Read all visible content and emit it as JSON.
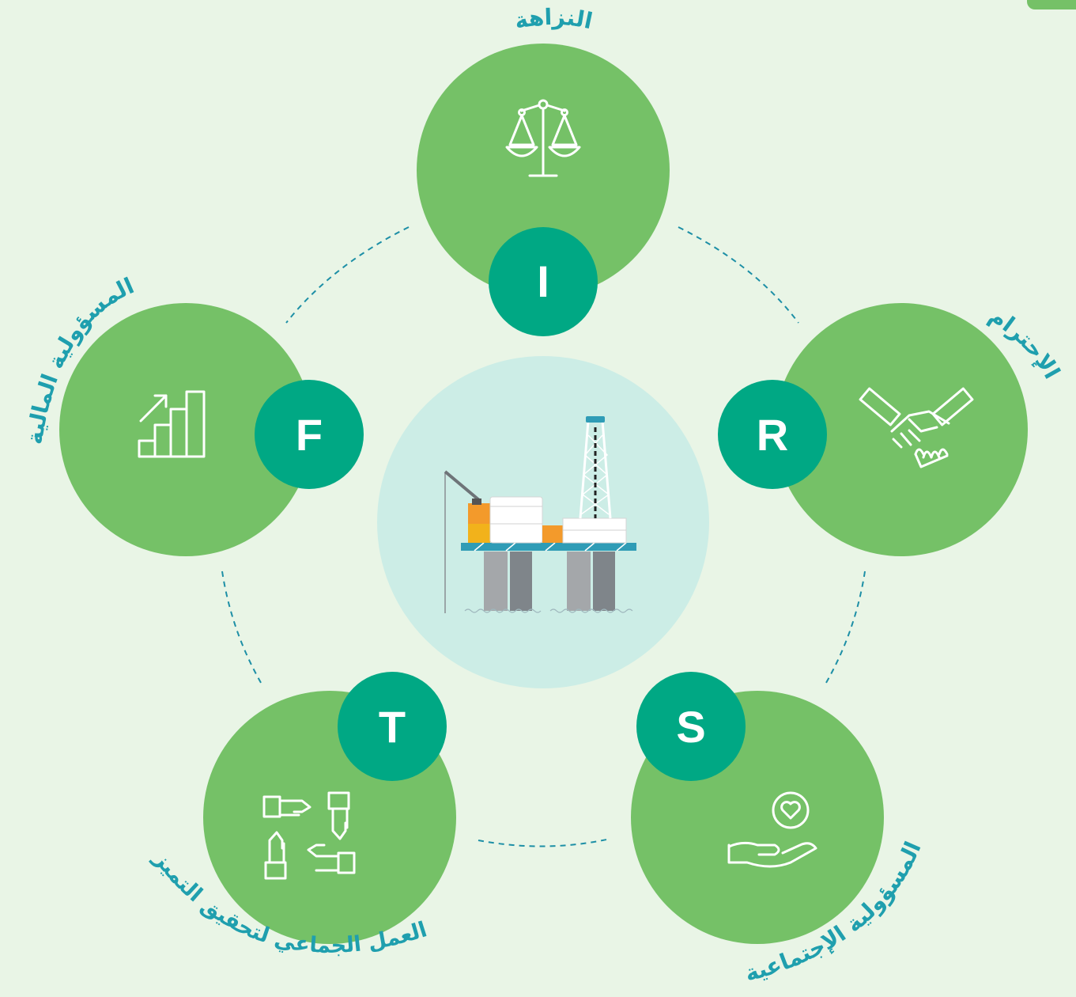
{
  "colors": {
    "background": "#e9f5e6",
    "big_circle": "#75c167",
    "letter_circle": "#00a884",
    "center_circle": "#ccede6",
    "label_text": "#1f9fae",
    "dash_line": "#1d8fa6"
  },
  "center": {
    "icon": "offshore-oil-platform-icon"
  },
  "values": [
    {
      "id": "integrity",
      "letter": "I",
      "label": "النزاهة",
      "icon": "scales-of-justice-icon"
    },
    {
      "id": "respect",
      "letter": "R",
      "label": "الإحترام",
      "icon": "handshake-icon"
    },
    {
      "id": "social",
      "letter": "S",
      "label": "المسؤولية الإجتماعية",
      "icon": "hand-holding-heart-icon"
    },
    {
      "id": "teamwork",
      "letter": "T",
      "label": "العمل الجماعي لتحقيق التميز",
      "icon": "teamwork-hands-icon"
    },
    {
      "id": "financial",
      "letter": "F",
      "label": "المسؤولية المالية",
      "icon": "growth-bar-chart-icon"
    }
  ]
}
